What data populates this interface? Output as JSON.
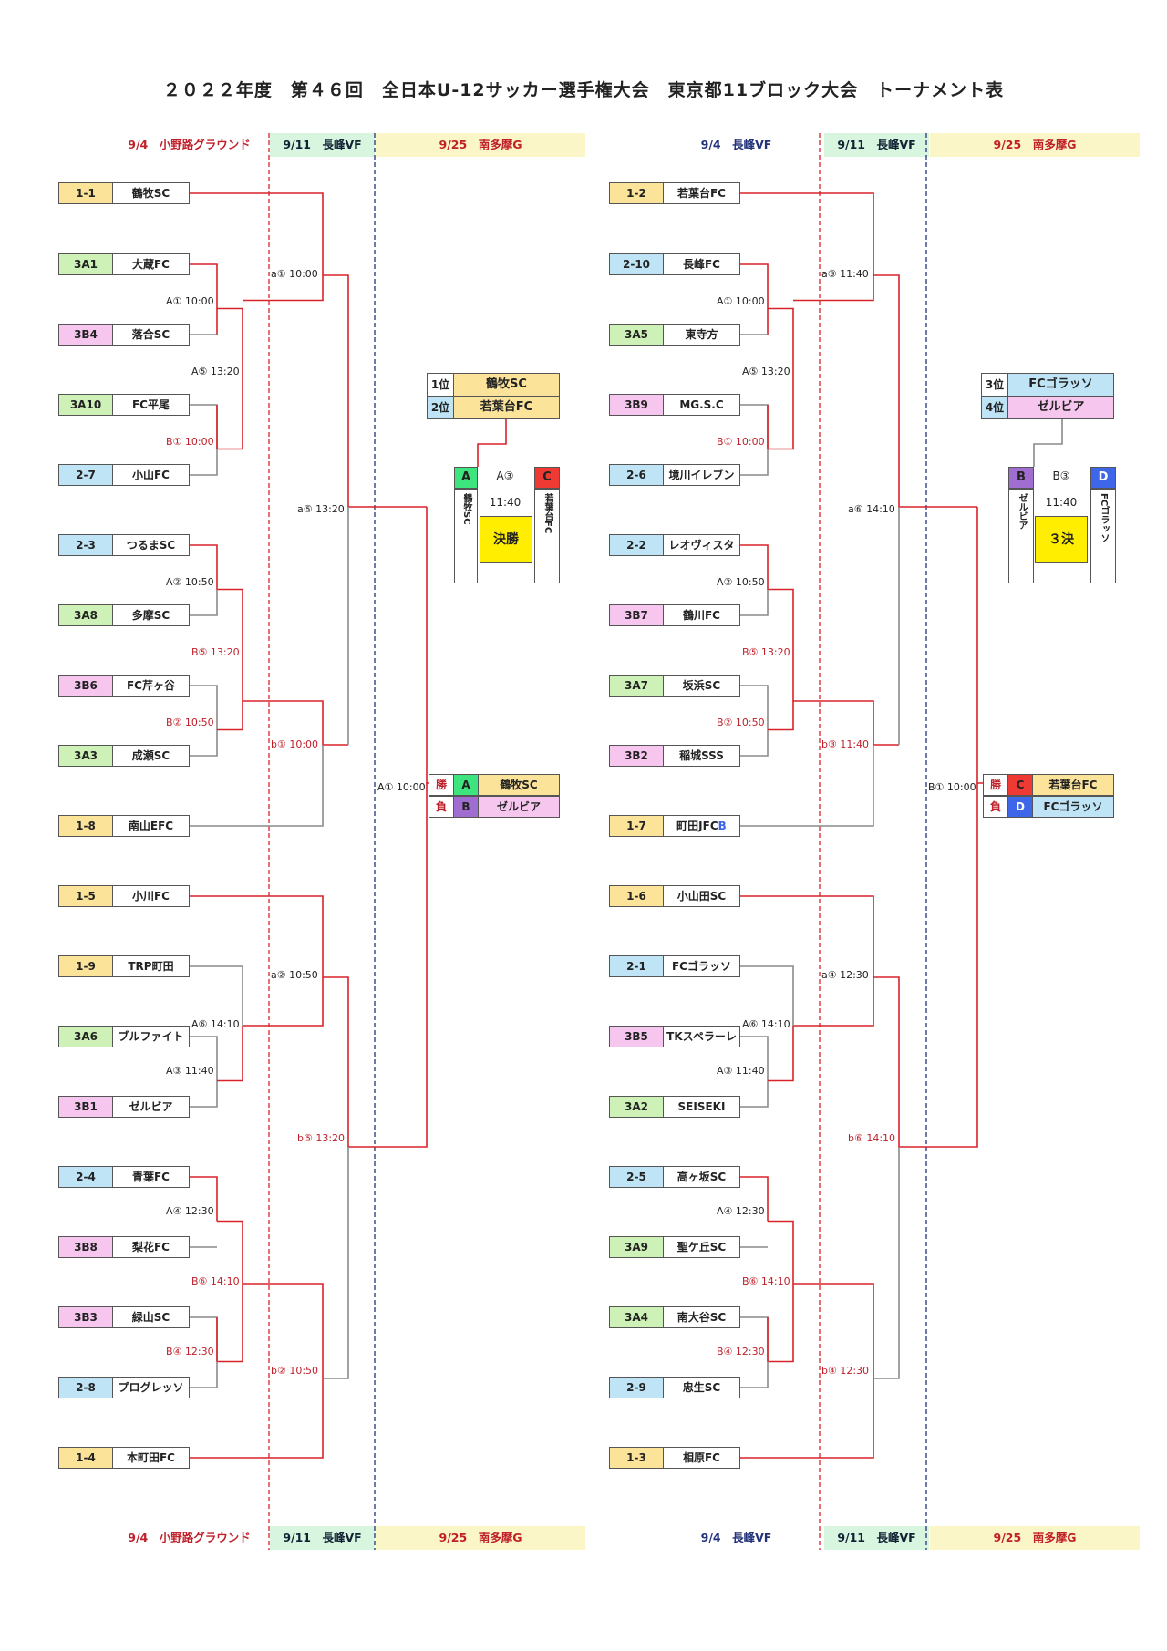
{
  "title": "２０２２年度　第４６回　全日本U-12サッカー選手権大会　東京都11ブロック大会　トーナメント表",
  "headers": {
    "left": [
      "9/4　小野路グラウンド",
      "9/11　長峰VF",
      "9/25　南多摩G"
    ],
    "right": [
      "9/4　長峰VF",
      "9/11　長峰VF",
      "9/25　南多摩G"
    ]
  },
  "colors": {
    "red_line": "#d8232a",
    "gray_line": "#8a8a8a",
    "final_yellow": "#ffee00",
    "slot_A": "#3ee57e",
    "slot_B": "#a06dd0",
    "slot_C": "#ef3a33",
    "slot_D": "#3d66e8"
  },
  "left_teams": [
    {
      "code": "1-1",
      "name": "鶴牧SC",
      "color": "y"
    },
    {
      "code": "3A1",
      "name": "大蔵FC",
      "color": "g"
    },
    {
      "code": "3B4",
      "name": "落合SC",
      "color": "p"
    },
    {
      "code": "3A10",
      "name": "FC平尾",
      "color": "g"
    },
    {
      "code": "2-7",
      "name": "小山FC",
      "color": "b"
    },
    {
      "code": "2-3",
      "name": "つるまSC",
      "color": "b"
    },
    {
      "code": "3A8",
      "name": "多摩SC",
      "color": "g"
    },
    {
      "code": "3B6",
      "name": "FC芹ヶ谷",
      "color": "p"
    },
    {
      "code": "3A3",
      "name": "成瀬SC",
      "color": "g"
    },
    {
      "code": "1-8",
      "name": "南山EFC",
      "color": "y"
    },
    {
      "code": "1-5",
      "name": "小川FC",
      "color": "y"
    },
    {
      "code": "1-9",
      "name": "TRP町田",
      "color": "y"
    },
    {
      "code": "3A6",
      "name": "ブルファイト",
      "color": "g"
    },
    {
      "code": "3B1",
      "name": "ゼルビア",
      "color": "p"
    },
    {
      "code": "2-4",
      "name": "青葉FC",
      "color": "b"
    },
    {
      "code": "3B8",
      "name": "梨花FC",
      "color": "p"
    },
    {
      "code": "3B3",
      "name": "緑山SC",
      "color": "p"
    },
    {
      "code": "2-8",
      "name": "プログレッソ",
      "color": "b"
    },
    {
      "code": "1-4",
      "name": "本町田FC",
      "color": "y"
    }
  ],
  "right_teams": [
    {
      "code": "1-2",
      "name": "若葉台FC",
      "color": "y"
    },
    {
      "code": "2-10",
      "name": "長峰FC",
      "color": "b"
    },
    {
      "code": "3A5",
      "name": "東寺方",
      "color": "g"
    },
    {
      "code": "3B9",
      "name": "MG.S.C",
      "color": "p"
    },
    {
      "code": "2-6",
      "name": "境川イレブン",
      "color": "b"
    },
    {
      "code": "2-2",
      "name": "レオヴィスタ",
      "color": "b"
    },
    {
      "code": "3B7",
      "name": "鶴川FC",
      "color": "p"
    },
    {
      "code": "3A7",
      "name": "坂浜SC",
      "color": "g"
    },
    {
      "code": "3B2",
      "name": "稲城SSS",
      "color": "p"
    },
    {
      "code": "1-7",
      "name": "町田JFC",
      "name_suffix": "B",
      "color": "y"
    },
    {
      "code": "1-6",
      "name": "小山田SC",
      "color": "y"
    },
    {
      "code": "2-1",
      "name": "FCゴラッソ",
      "color": "b"
    },
    {
      "code": "3B5",
      "name": "TKスペラーレ",
      "color": "p"
    },
    {
      "code": "3A2",
      "name": "SEISEKI",
      "color": "g"
    },
    {
      "code": "2-5",
      "name": "高ヶ坂SC",
      "color": "b"
    },
    {
      "code": "3A9",
      "name": "聖ケ丘SC",
      "color": "g"
    },
    {
      "code": "3A4",
      "name": "南大谷SC",
      "color": "g"
    },
    {
      "code": "2-9",
      "name": "忠生SC",
      "color": "b"
    },
    {
      "code": "1-3",
      "name": "相原FC",
      "color": "y"
    }
  ],
  "left_labels": {
    "A1": "A① 10:00",
    "A5": "A⑤ 13:20",
    "B1": "B① 10:00",
    "A2": "A② 10:50",
    "B5": "B⑤ 13:20",
    "B2": "B② 10:50",
    "A6": "A⑥ 14:10",
    "A3": "A③ 11:40",
    "A4": "A④ 12:30",
    "B6": "B⑥ 14:10",
    "B4": "B④ 12:30",
    "a1": "a① 10:00",
    "a5": "a⑤ 13:20",
    "b1": "b① 10:00",
    "a2": "a② 10:50",
    "b5": "b⑤ 13:20",
    "b2": "b② 10:50",
    "final_semi": "A① 10:00"
  },
  "right_labels": {
    "A1": "A① 10:00",
    "A5": "A⑤ 13:20",
    "B1": "B① 10:00",
    "A2": "A② 10:50",
    "B5": "B⑤ 13:20",
    "B2": "B② 10:50",
    "A6": "A⑥ 14:10",
    "A3": "A③ 11:40",
    "A4": "A④ 12:30",
    "B6": "B⑥ 14:10",
    "B4": "B④ 12:30",
    "a3": "a③ 11:40",
    "a6": "a⑥ 14:10",
    "b3": "b③ 11:40",
    "a4": "a④ 12:30",
    "b6": "b⑥ 14:10",
    "b4": "b④ 12:30",
    "final_semi": "B① 10:00"
  },
  "results_left": [
    {
      "rank": "1位",
      "team": "鶴牧SC"
    },
    {
      "rank": "2位",
      "team": "若葉台FC"
    }
  ],
  "results_right": [
    {
      "rank": "3位",
      "team": "FCゴラッソ"
    },
    {
      "rank": "4位",
      "team": "ゼルビア"
    }
  ],
  "final": {
    "slot_left": "A",
    "slot_right": "C",
    "code": "A③",
    "time": "11:40",
    "label": "決勝",
    "left_team_vertical": "鶴牧SC",
    "right_team_vertical": "若葉台FC"
  },
  "third": {
    "slot_left": "B",
    "slot_right": "D",
    "code": "B③",
    "time": "11:40",
    "label": "３決",
    "left_team_vertical": "ゼルビア",
    "right_team_vertical": "FCゴラッソ"
  },
  "semi_left": {
    "win_label": "勝",
    "lose_label": "負",
    "win_slot": "A",
    "lose_slot": "B",
    "win_team": "鶴牧SC",
    "lose_team": "ゼルビア"
  },
  "semi_right": {
    "win_label": "勝",
    "lose_label": "負",
    "win_slot": "C",
    "lose_slot": "D",
    "win_team": "若葉台FC",
    "lose_team": "FCゴラッソ"
  }
}
